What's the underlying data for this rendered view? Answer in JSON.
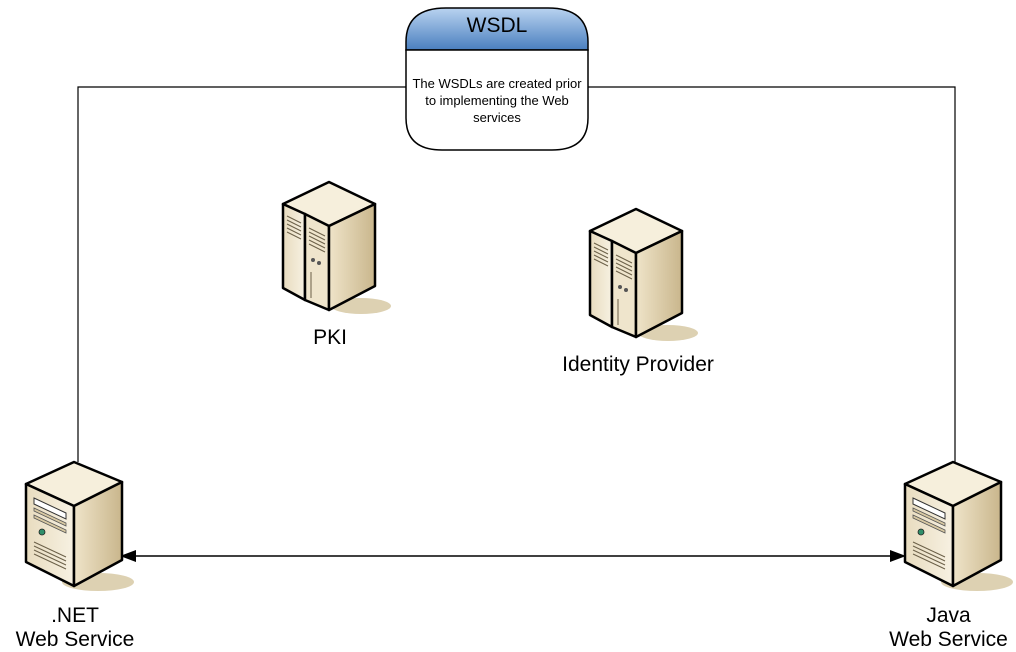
{
  "wsdl": {
    "title": "WSDL",
    "note": "The WSDLs are created prior to implementing the Web services"
  },
  "nodes": {
    "pki": "PKI",
    "identity_provider": "Identity Provider",
    "dotnet_service": ".NET\nWeb Service",
    "java_service": "Java\nWeb Service"
  },
  "colors": {
    "wsdl_header_top": "#a9c7ea",
    "wsdl_header_bottom": "#4a7fbf",
    "server_body": "#f2ead6",
    "server_shade": "#d4c39d",
    "server_shadow": "#d9ccaa",
    "line": "#000000"
  }
}
